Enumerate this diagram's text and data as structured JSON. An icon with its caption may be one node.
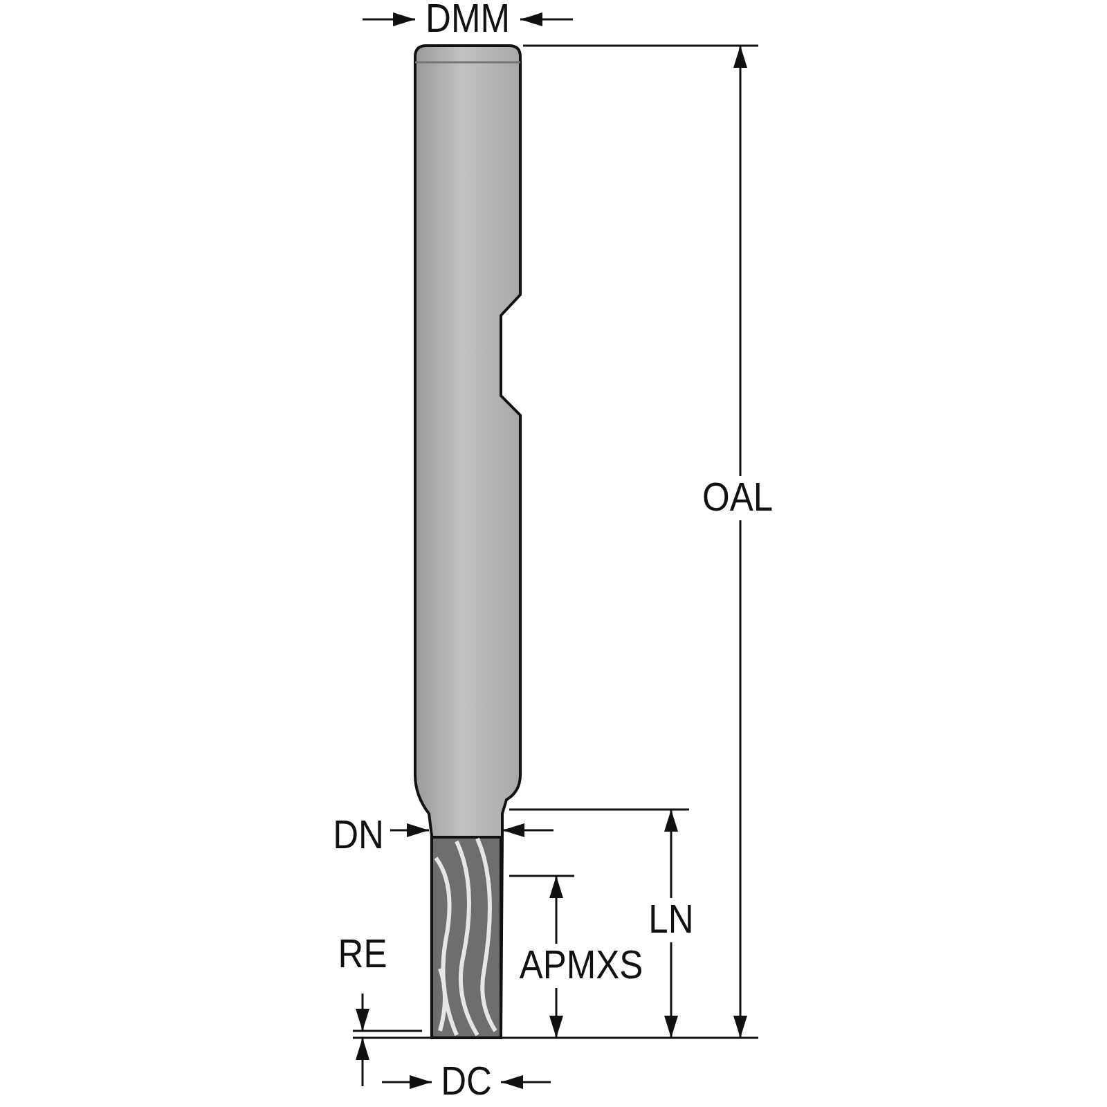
{
  "diagram": {
    "labels": [
      "DMM",
      "OAL",
      "DN",
      "LN",
      "RE",
      "APMXS",
      "DC"
    ]
  }
}
